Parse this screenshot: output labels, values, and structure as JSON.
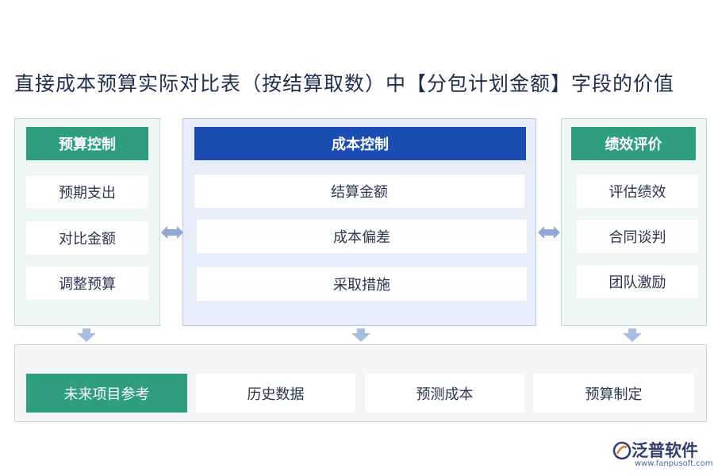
{
  "title": "直接成本预算实际对比表（按结算取数）中【分包计划金额】字段的价值",
  "colors": {
    "green": "#2f9d7f",
    "blue": "#1b4db3",
    "arrow": "#8fa8d8"
  },
  "left": {
    "header": "预算控制",
    "items": [
      "预期支出",
      "对比金额",
      "调整预算"
    ]
  },
  "middle": {
    "header": "成本控制",
    "items": [
      "结算金额",
      "成本偏差",
      "采取措施"
    ]
  },
  "right": {
    "header": "绩效评价",
    "items": [
      "评估绩效",
      "合同谈判",
      "团队激励"
    ]
  },
  "bottom": {
    "header": "未来项目参考",
    "items": [
      "历史数据",
      "预测成本",
      "预算制定"
    ]
  },
  "logo": {
    "name": "泛普软件",
    "url": "www.fanpusoft.com"
  }
}
